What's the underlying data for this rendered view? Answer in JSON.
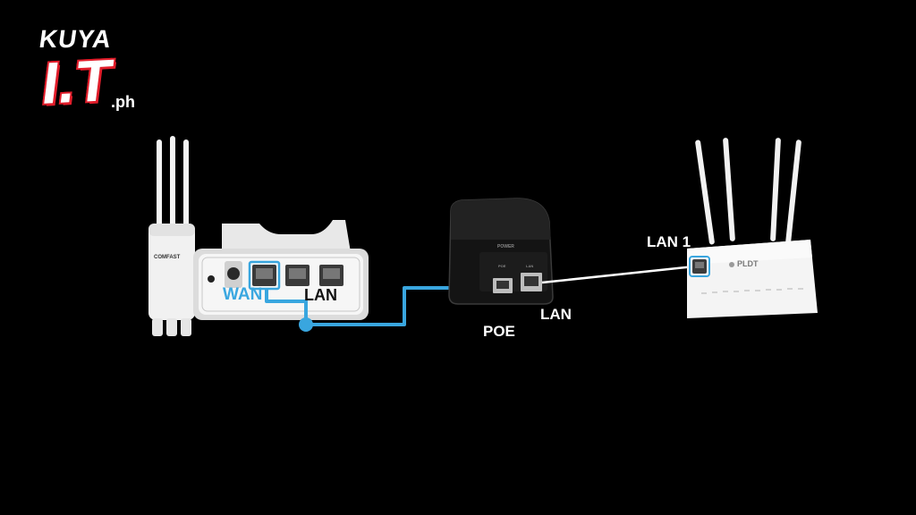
{
  "logo": {
    "top_text": "KUYA",
    "main_text": "I.T",
    "suffix_text": ".ph"
  },
  "devices": {
    "cpe": {
      "brand": "COMFAST",
      "wan_label": "WAN",
      "lan_label": "LAN"
    },
    "poe": {
      "label": "POE",
      "power_text": "POWER",
      "poe_port_text": "POE",
      "lan_port_text": "LAN",
      "lan_label": "LAN"
    },
    "router": {
      "brand": "PLDT",
      "port_label": "LAN 1"
    }
  },
  "colors": {
    "background": "#000000",
    "cable_blue": "#39a6df",
    "cable_white": "#ffffff",
    "logo_red": "#e11d2a"
  }
}
